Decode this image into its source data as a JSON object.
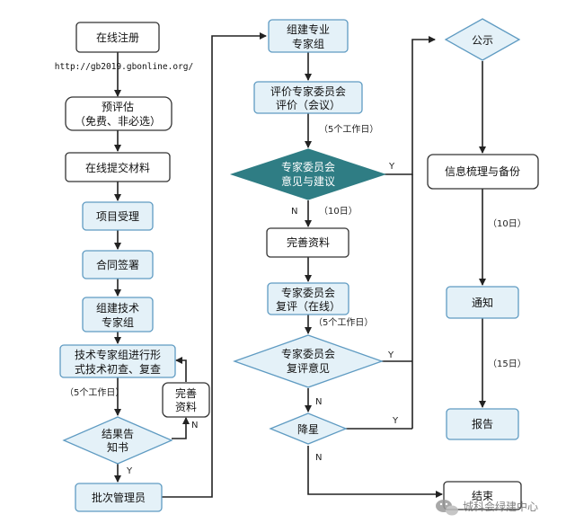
{
  "colors": {
    "light_fill": "#e4f1f8",
    "light_stroke": "#5f9bc2",
    "white_fill": "#ffffff",
    "dark_stroke": "#333333",
    "dark_diamond": "#2f7d84",
    "line": "#222222"
  },
  "left": {
    "register": "在线注册",
    "url": "http://gb2019.gbonline.org/",
    "pre_eval_line1": "预评估",
    "pre_eval_line2": "（免费、非必选）",
    "submit": "在线提交材料",
    "accept": "项目受理",
    "contract": "合同签署",
    "build_tech_line1": "组建技术",
    "build_tech_line2": "专家组",
    "tech_review_line1": "技术专家组进行形",
    "tech_review_line2": "式技术初查、复查",
    "days5": "（5个工作日）",
    "complete_line1": "完善",
    "complete_line2": "资料",
    "notice_line1": "结果告",
    "notice_line2": "知书",
    "n": "N",
    "y": "Y",
    "batch_admin": "批次管理员"
  },
  "middle": {
    "build_prof_line1": "组建专业",
    "build_prof_line2": "专家组",
    "committee_line1": "评价专家委员会",
    "committee_line2": "评价（会议）",
    "days5a": "（5个工作日）",
    "opinion_line1": "专家委员会",
    "opinion_line2": "意见与建议",
    "y1": "Y",
    "n1": "N",
    "days10": "（10日）",
    "improve": "完善资料",
    "reeval_line1": "专家委员会",
    "reeval_line2": "复评（在线）",
    "days5b": "（5个工作日）",
    "reopinion_line1": "专家委员会",
    "reopinion_line2": "复评意见",
    "y2": "Y",
    "n2": "N",
    "downgrade": "降星",
    "y3": "Y",
    "n3": "N",
    "end": "结束"
  },
  "right": {
    "publicity": "公示",
    "archive": "信息梳理与备份",
    "days10": "（10日）",
    "notify": "通知",
    "days15": "（15日）",
    "report": "报告"
  },
  "watermark": "城科会绿建中心"
}
